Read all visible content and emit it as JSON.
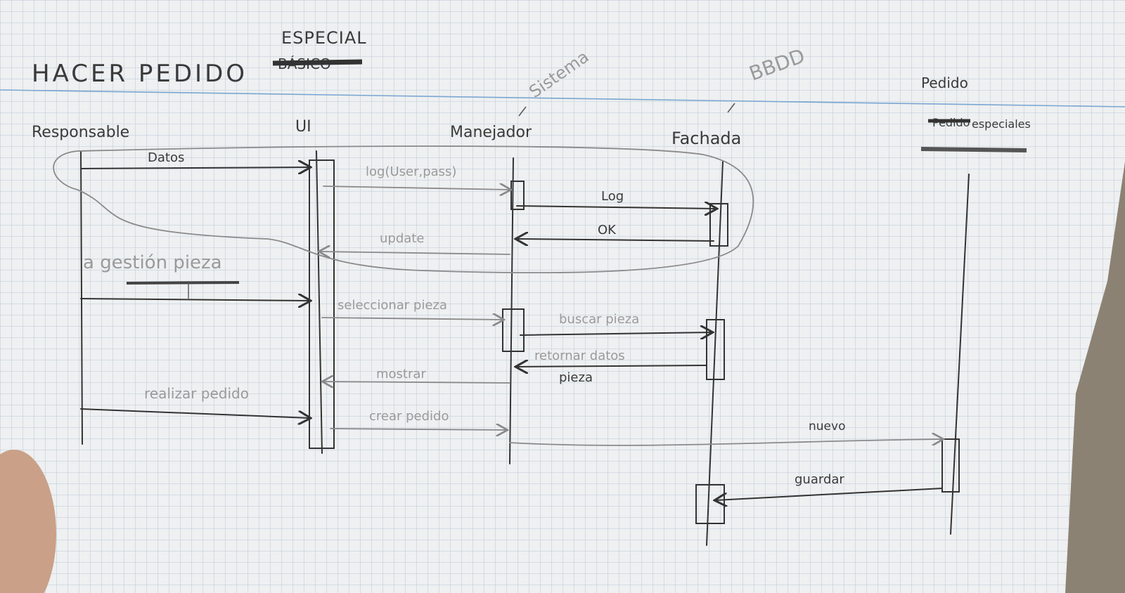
{
  "title": "HACER PEDIDO",
  "title_variant": "ESPECIAL",
  "title_crossed": "BÁSICO",
  "annotation_sistema": "Sistema",
  "annotation_bbdd": "BBDD",
  "lifelines": {
    "responsable": "Responsable",
    "ui": "UI",
    "manejador": "Manejador",
    "fachada": "Fachada",
    "pedido": "Pedido",
    "pedido_sub": "especiales"
  },
  "messages": {
    "datos": "Datos",
    "log_user_pass": "log(User,pass)",
    "log": "Log",
    "ok": "OK",
    "update": "update",
    "gestion_pieza": "a gestión pieza",
    "selecciona_pieza": "seleccionar pieza",
    "buscar_pieza": "buscar pieza",
    "retornar_datos": "retornar datos",
    "pieza": "pieza",
    "mostrar": "mostrar",
    "realizar_pedido": "realizar pedido",
    "crear_pedido": "crear pedido",
    "nuevo": "nuevo",
    "guardar": "guardar"
  },
  "colors": {
    "paper": "#eef0f1",
    "grid_minor": "#b9c7d6",
    "grid_major": "#8fb3d6",
    "pencil": "#333333",
    "pencil_light": "#8a8a8a",
    "background": "#9a8f80"
  }
}
